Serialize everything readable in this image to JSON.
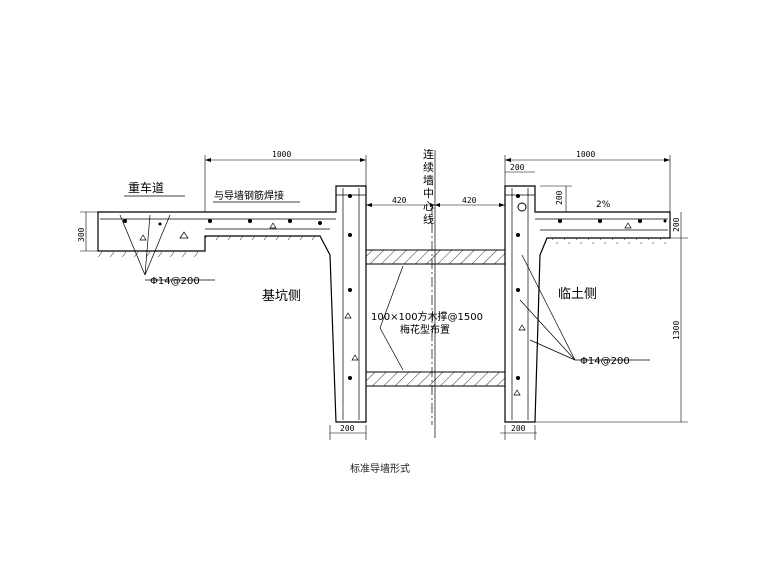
{
  "labels": {
    "road": "重车道",
    "weld": "与导墙钢筋焊接",
    "rebar_left": "Φ14@200",
    "rebar_right": "Φ14@200",
    "pit_side": "基坑侧",
    "soil_side": "临土侧",
    "strut_line1": "100×100方木撑@1500",
    "strut_line2": "梅花型布置",
    "centerline": "连续墙中心线",
    "slope": "2%"
  },
  "dimensions": {
    "top_left": "1000",
    "top_right": "1000",
    "half_left": "420",
    "half_right": "420",
    "left_height": "300",
    "right_top": "200",
    "right_top_small": "200",
    "right_cap": "200",
    "right_total": "1300",
    "bottom_left": "200",
    "bottom_right": "200"
  },
  "caption": "标准导墙形式"
}
